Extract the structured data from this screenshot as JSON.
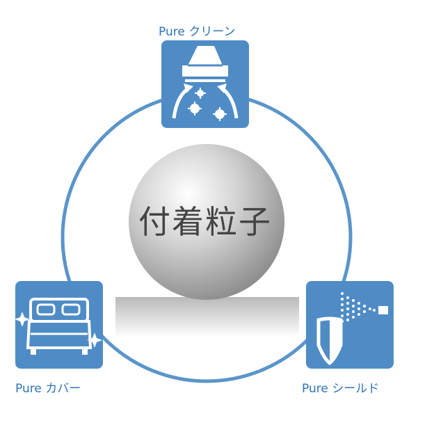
{
  "diagram": {
    "center": {
      "label": "付着粒子"
    },
    "nodes": [
      {
        "id": "clean",
        "label": "Pure クリーン",
        "icon": "air-purifier-icon"
      },
      {
        "id": "cover",
        "label": "Pure カバー",
        "icon": "bed-icon"
      },
      {
        "id": "shield",
        "label": "Pure シールド",
        "icon": "shield-spray-icon"
      }
    ],
    "colors": {
      "accent": "#4f8cc6",
      "label": "#2f74b6",
      "ring": "#5b95c9"
    }
  }
}
